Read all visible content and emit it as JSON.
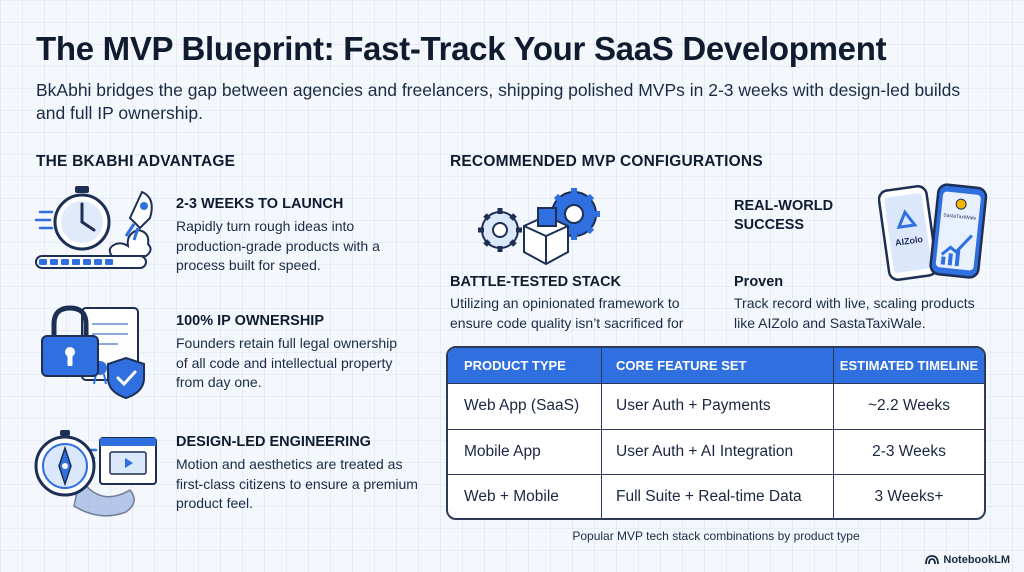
{
  "header": {
    "title": "The MVP Blueprint: Fast-Track Your SaaS Development",
    "subtitle": "BkAbhi bridges the gap between agencies and freelancers, shipping polished MVPs in 2-3 weeks with design-led builds and full IP ownership."
  },
  "advantage": {
    "heading": "THE BKABHI ADVANTAGE",
    "items": [
      {
        "title": "2-3 WEEKS TO LAUNCH",
        "desc": "Rapidly turn rough ideas into production-grade products with a process built for speed.",
        "icon": "stopwatch-rocket-icon"
      },
      {
        "title": "100% IP OWNERSHIP",
        "desc": "Founders retain full legal ownership of all code and intellectual property from day one.",
        "icon": "padlock-document-shield-icon"
      },
      {
        "title": "DESIGN-LED ENGINEERING",
        "desc": "Motion and aesthetics are treated as first-class citizens to ensure a premium product feel.",
        "icon": "compass-browser-icon"
      }
    ]
  },
  "configs": {
    "heading": "RECOMMENDED MVP CONFIGURATIONS",
    "stack": {
      "title": "BATTLE-TESTED STACK",
      "desc": "Utilizing an opinionated framework to ensure code quality isn’t sacrificed for",
      "icon": "gears-cube-icon"
    },
    "success": {
      "label": "REAL-WORLD SUCCESS",
      "title": "Proven",
      "desc": "Track record with live, scaling products like AIZolo and SastaTaxiWale.",
      "icon": "phones-icon",
      "phone1_text": "AIZolo",
      "phone2_text": "SastaTaxiWale"
    }
  },
  "table": {
    "headers": [
      "PRODUCT TYPE",
      "CORE FEATURE SET",
      "ESTIMATED TIMELINE"
    ],
    "rows": [
      [
        "Web App (SaaS)",
        "User Auth + Payments",
        "~2.2 Weeks"
      ],
      [
        "Mobile App",
        "User Auth + AI Integration",
        "2-3 Weeks"
      ],
      [
        "Web + Mobile",
        "Full Suite + Real-time Data",
        "3 Weeks+"
      ]
    ],
    "caption": "Popular MVP tech stack combinations by product type"
  },
  "brand": "NotebookLM",
  "colors": {
    "accent": "#2f6fe0",
    "text": "#101b30",
    "background": "#f4f7fc"
  }
}
